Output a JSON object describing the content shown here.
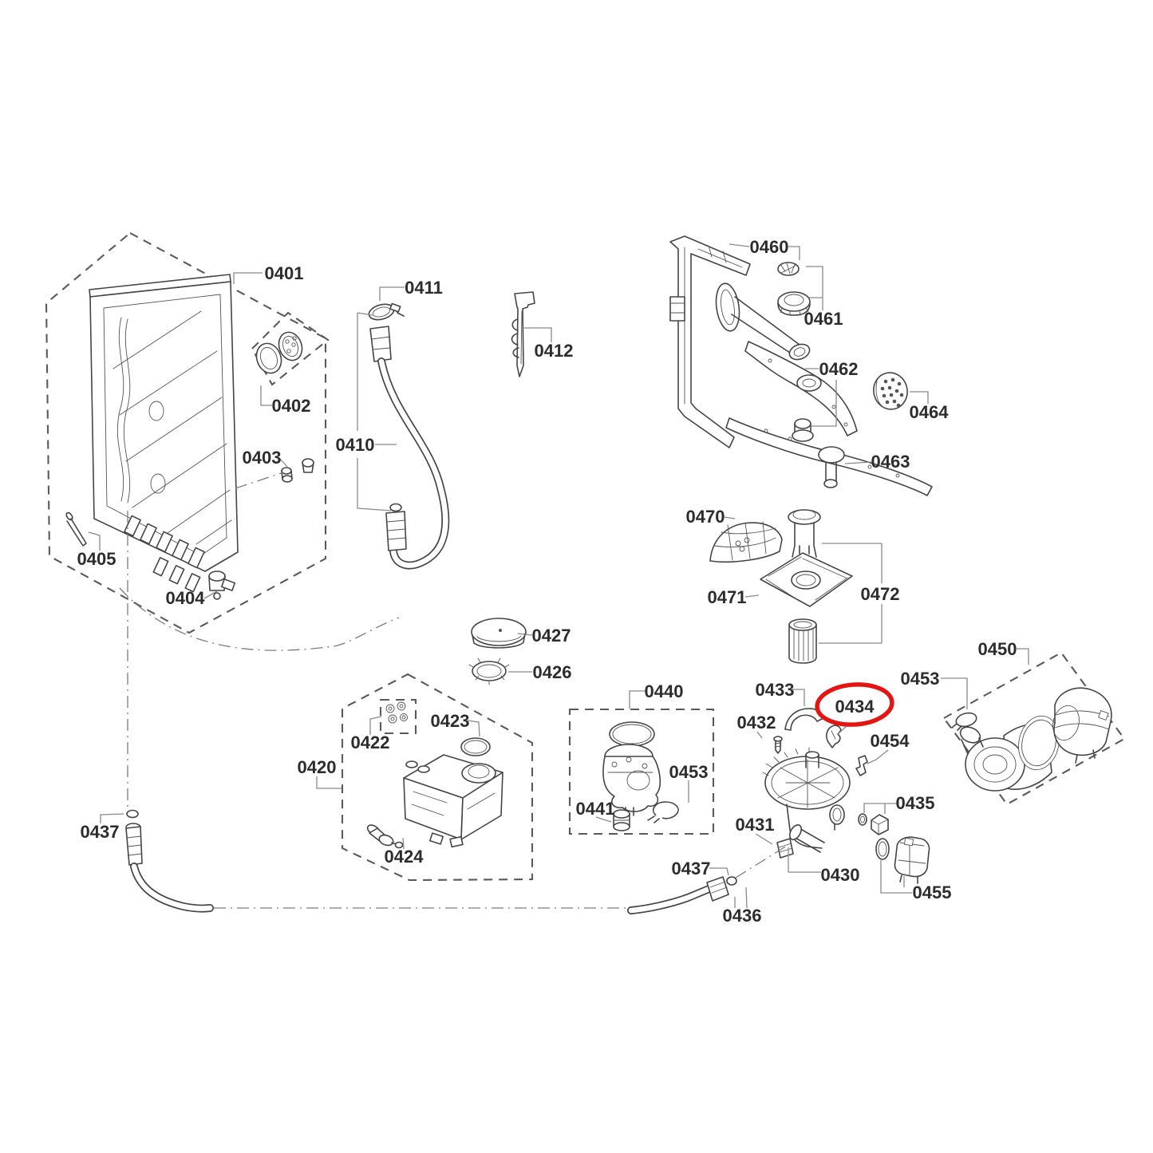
{
  "diagram": {
    "kind": "exploded-parts-diagram",
    "background": "#ffffff",
    "line_color": "#454545",
    "label_color": "#2c2c2c"
  },
  "highlight": {
    "part": "0434",
    "color": "#e41511"
  },
  "labels": {
    "0401": "0401",
    "0402": "0402",
    "0403": "0403",
    "0404": "0404",
    "0405": "0405",
    "0410": "0410",
    "0411": "0411",
    "0412": "0412",
    "0420": "0420",
    "0422": "0422",
    "0423": "0423",
    "0424": "0424",
    "0426": "0426",
    "0427": "0427",
    "0430": "0430",
    "0431": "0431",
    "0432": "0432",
    "0433": "0433",
    "0434": "0434",
    "0435": "0435",
    "0436": "0436",
    "0437": "0437",
    "0440": "0440",
    "0441": "0441",
    "0450": "0450",
    "0453": "0453",
    "0454": "0454",
    "0455": "0455",
    "0460": "0460",
    "0461": "0461",
    "0462": "0462",
    "0463": "0463",
    "0464": "0464",
    "0470": "0470",
    "0471": "0471",
    "0472": "0472"
  }
}
